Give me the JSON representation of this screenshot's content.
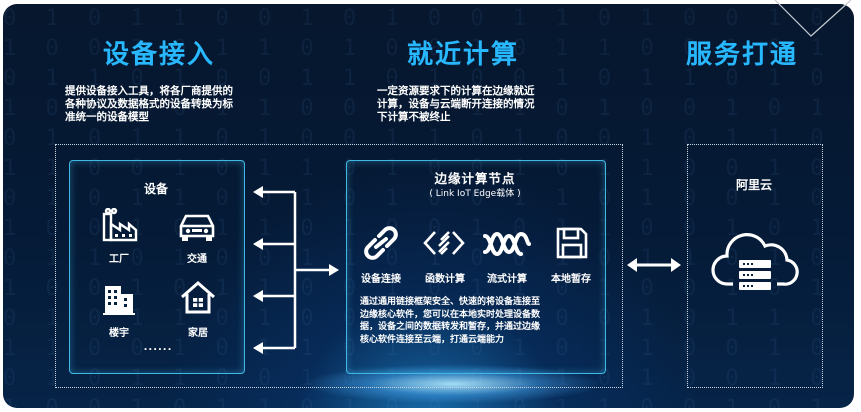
{
  "headings": {
    "access": "设备接入",
    "edge": "就近计算",
    "service": "服务打通"
  },
  "descriptions": {
    "access": [
      "提供设备接入工具，将各厂商提供的",
      "各种协议及数据格式的设备转换为标",
      "准统一的设备模型"
    ],
    "edge": [
      "一定资源要求下的计算在边缘就近",
      "计算，设备与云端断开连接的情况",
      "下计算不被终止"
    ]
  },
  "devices": {
    "title": "设备",
    "items": [
      "工厂",
      "交通",
      "楼宇",
      "家居"
    ],
    "more": "......"
  },
  "edge_node": {
    "title": "边缘计算节点",
    "subtitle": "( Link IoT Edge载体 )",
    "functions": [
      "设备连接",
      "函数计算",
      "流式计算",
      "本地暂存"
    ],
    "description": [
      "通过通用链接框架安全、快速的将设备连接至",
      "边缘核心软件，您可以在本地实时处理设备数",
      "据，设备之间的数据转发和暂存，并通过边缘",
      "核心软件连接至云端，打通云端能力"
    ]
  },
  "cloud": {
    "title": "阿里云"
  },
  "colors": {
    "accent": "#27b8ff",
    "panel_border": "#3fb8e6",
    "background": "#051a36"
  }
}
